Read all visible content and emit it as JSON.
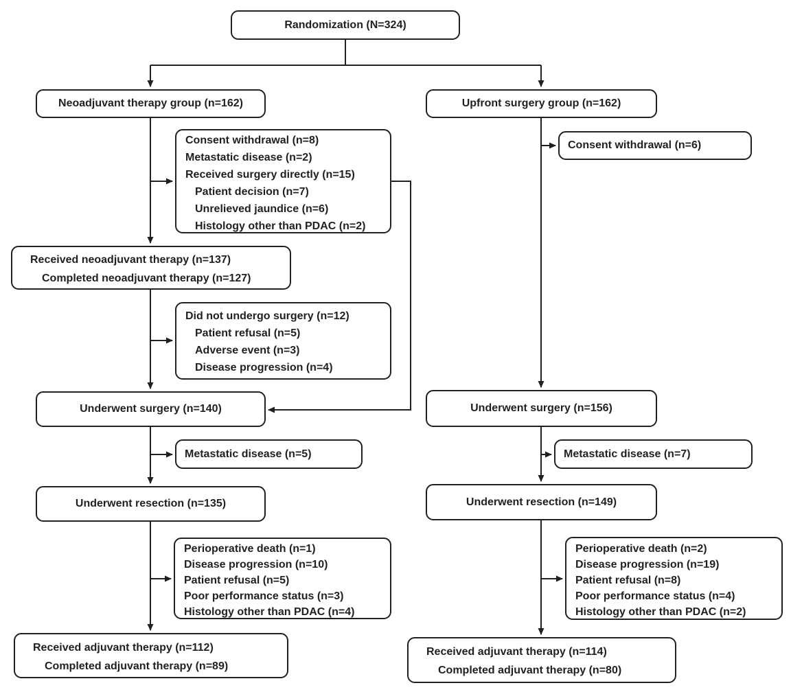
{
  "diagram": {
    "kind": "clinical-trial-flow",
    "colors": {
      "line": "#231f20",
      "text": "#231f20",
      "background": "#ffffff"
    },
    "nodes": {
      "randomization": {
        "label": "Randomization (N=324)"
      },
      "neoadjuvant_group": {
        "label": "Neoadjuvant therapy group (n=162)"
      },
      "upfront_surgery_group": {
        "label": "Upfront surgery group (n=162)"
      },
      "neo_pretherapy_exclusions": {
        "lines": [
          "Consent withdrawal (n=8)",
          "Metastatic disease (n=2)",
          "Received surgery directly (n=15)",
          "Patient decision (n=7)",
          "Unrelieved jaundice (n=6)",
          "Histology other than PDAC (n=2)"
        ]
      },
      "upfront_consent_withdrawal": {
        "label": "Consent withdrawal (n=6)"
      },
      "received_neoadjuvant": {
        "lines": [
          "Received neoadjuvant therapy (n=137)",
          "Completed neoadjuvant therapy (n=127)"
        ]
      },
      "did_not_undergo_surgery": {
        "lines": [
          "Did not undergo surgery (n=12)",
          "Patient refusal (n=5)",
          "Adverse event (n=3)",
          "Disease progression (n=4)"
        ]
      },
      "underwent_surgery_neo": {
        "label": "Underwent surgery (n=140)"
      },
      "underwent_surgery_upfront": {
        "label": "Underwent surgery (n=156)"
      },
      "metastatic_neo": {
        "label": "Metastatic disease (n=5)"
      },
      "metastatic_upfront": {
        "label": "Metastatic disease (n=7)"
      },
      "underwent_resection_neo": {
        "label": "Underwent resection (n=135)"
      },
      "underwent_resection_upfront": {
        "label": "Underwent resection (n=149)"
      },
      "no_adjuvant_neo": {
        "lines": [
          "Perioperative death (n=1)",
          "Disease progression (n=10)",
          "Patient refusal (n=5)",
          "Poor performance status (n=3)",
          "Histology other than PDAC (n=4)"
        ]
      },
      "no_adjuvant_upfront": {
        "lines": [
          "Perioperative death (n=2)",
          "Disease progression (n=19)",
          "Patient refusal (n=8)",
          "Poor performance status (n=4)",
          "Histology other than PDAC (n=2)"
        ]
      },
      "adjuvant_neo": {
        "lines": [
          "Received adjuvant therapy (n=112)",
          "Completed adjuvant therapy (n=89)"
        ]
      },
      "adjuvant_upfront": {
        "lines": [
          "Received adjuvant therapy (n=114)",
          "Completed adjuvant therapy (n=80)"
        ]
      }
    }
  }
}
